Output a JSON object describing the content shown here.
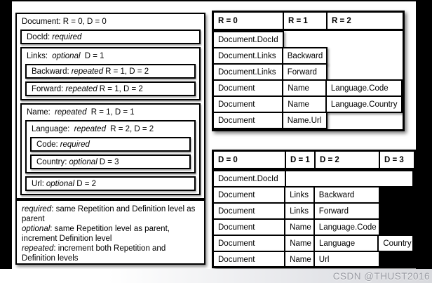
{
  "watermark": {
    "text": "CSDN @THUST2016"
  },
  "schema_panel": {
    "title": "Document: R = 0, D = 0",
    "docid": {
      "name": "DocId:",
      "kw": "required",
      "suffix": ""
    },
    "links": {
      "name": "Links:",
      "kw": "optional",
      "suffix": "D = 1"
    },
    "backward": {
      "name": "Backward:",
      "kw": "repeated",
      "suffix": "R = 1, D = 2"
    },
    "forward": {
      "name": "Forward:",
      "kw": "repeated",
      "suffix": "R = 1, D = 2"
    },
    "name": {
      "name": "Name:",
      "kw": "repeated",
      "suffix": "R = 1, D = 1"
    },
    "language": {
      "name": "Language:",
      "kw": "repeated",
      "suffix": "R = 2, D = 2"
    },
    "code": {
      "name": "Code:",
      "kw": "required",
      "suffix": ""
    },
    "country": {
      "name": "Country:",
      "kw": "optional",
      "suffix": "D = 3"
    },
    "url": {
      "name": "Url:",
      "kw": "optional",
      "suffix": "D = 2"
    }
  },
  "legend": {
    "lines": [
      {
        "kw": "required",
        "rest": ": same Repetition and Definition level as parent"
      },
      {
        "kw": "optional",
        "rest": ": same Repetition level as parent, increment Definition level"
      },
      {
        "kw": "repeated",
        "rest": ": increment both Repetition and Definition levels"
      }
    ]
  },
  "r_table": {
    "headers": [
      "R = 0",
      "R = 1",
      "R = 2"
    ],
    "rows": [
      [
        "Document.DocId"
      ],
      [
        "Document.Links",
        "Backward"
      ],
      [
        "Document.Links",
        "Forward"
      ],
      [
        "Document",
        "Name",
        "Language.Code"
      ],
      [
        "Document",
        "Name",
        "Language.Country"
      ],
      [
        "Document",
        "Name.Url"
      ]
    ]
  },
  "d_table": {
    "headers": [
      "D = 0",
      "D = 1",
      "D = 2",
      "D = 3"
    ],
    "rows": [
      [
        "Document.DocId"
      ],
      [
        "Document",
        "Links",
        "Backward"
      ],
      [
        "Document",
        "Links",
        "Forward"
      ],
      [
        "Document",
        "Name",
        "Language.Code"
      ],
      [
        "Document",
        "Name",
        "Language",
        "Country"
      ],
      [
        "Document",
        "Name",
        "Url"
      ]
    ]
  }
}
